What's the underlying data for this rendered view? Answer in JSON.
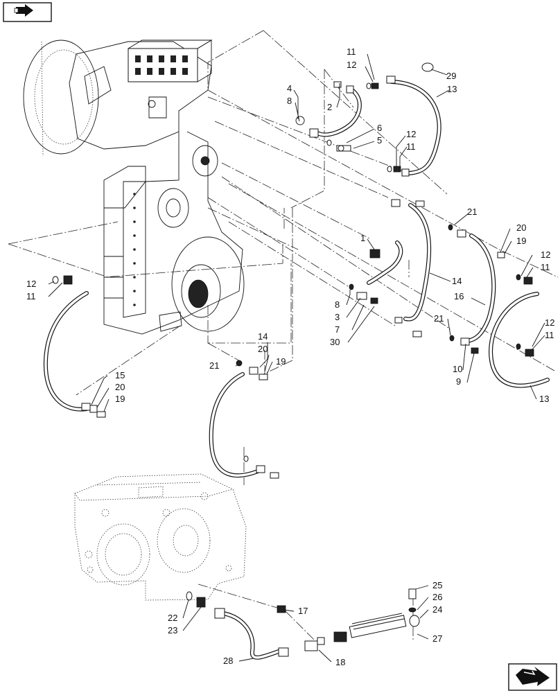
{
  "icons": {
    "top_left": "arrow-left-icon",
    "bottom_right": "arrow-right-icon"
  },
  "callouts": [
    {
      "id": "c1",
      "text": "11"
    },
    {
      "id": "c2",
      "text": "12"
    },
    {
      "id": "c3",
      "text": "29"
    },
    {
      "id": "c4",
      "text": "4"
    },
    {
      "id": "c5",
      "text": "8"
    },
    {
      "id": "c6",
      "text": "2"
    },
    {
      "id": "c7",
      "text": "13"
    },
    {
      "id": "c8",
      "text": "6"
    },
    {
      "id": "c9",
      "text": "5"
    },
    {
      "id": "c10",
      "text": "12"
    },
    {
      "id": "c11",
      "text": "11"
    },
    {
      "id": "c12",
      "text": "21"
    },
    {
      "id": "c13",
      "text": "1"
    },
    {
      "id": "c14",
      "text": "20"
    },
    {
      "id": "c15",
      "text": "19"
    },
    {
      "id": "c16",
      "text": "12"
    },
    {
      "id": "c17",
      "text": "11"
    },
    {
      "id": "c18",
      "text": "14"
    },
    {
      "id": "c19",
      "text": "8"
    },
    {
      "id": "c20",
      "text": "16"
    },
    {
      "id": "c21",
      "text": "3"
    },
    {
      "id": "c22",
      "text": "7"
    },
    {
      "id": "c23",
      "text": "21"
    },
    {
      "id": "c24",
      "text": "30"
    },
    {
      "id": "c25",
      "text": "12"
    },
    {
      "id": "c26",
      "text": "11"
    },
    {
      "id": "c27",
      "text": "10"
    },
    {
      "id": "c28",
      "text": "9"
    },
    {
      "id": "c29",
      "text": "13"
    },
    {
      "id": "c30",
      "text": "12"
    },
    {
      "id": "c31",
      "text": "11"
    },
    {
      "id": "c32",
      "text": "14"
    },
    {
      "id": "c33",
      "text": "20"
    },
    {
      "id": "c34",
      "text": "21"
    },
    {
      "id": "c35",
      "text": "19"
    },
    {
      "id": "c36",
      "text": "15"
    },
    {
      "id": "c37",
      "text": "20"
    },
    {
      "id": "c38",
      "text": "19"
    },
    {
      "id": "c39",
      "text": "25"
    },
    {
      "id": "c40",
      "text": "26"
    },
    {
      "id": "c41",
      "text": "24"
    },
    {
      "id": "c42",
      "text": "17"
    },
    {
      "id": "c43",
      "text": "22"
    },
    {
      "id": "c44",
      "text": "23"
    },
    {
      "id": "c45",
      "text": "27"
    },
    {
      "id": "c46",
      "text": "28"
    },
    {
      "id": "c47",
      "text": "18"
    }
  ]
}
